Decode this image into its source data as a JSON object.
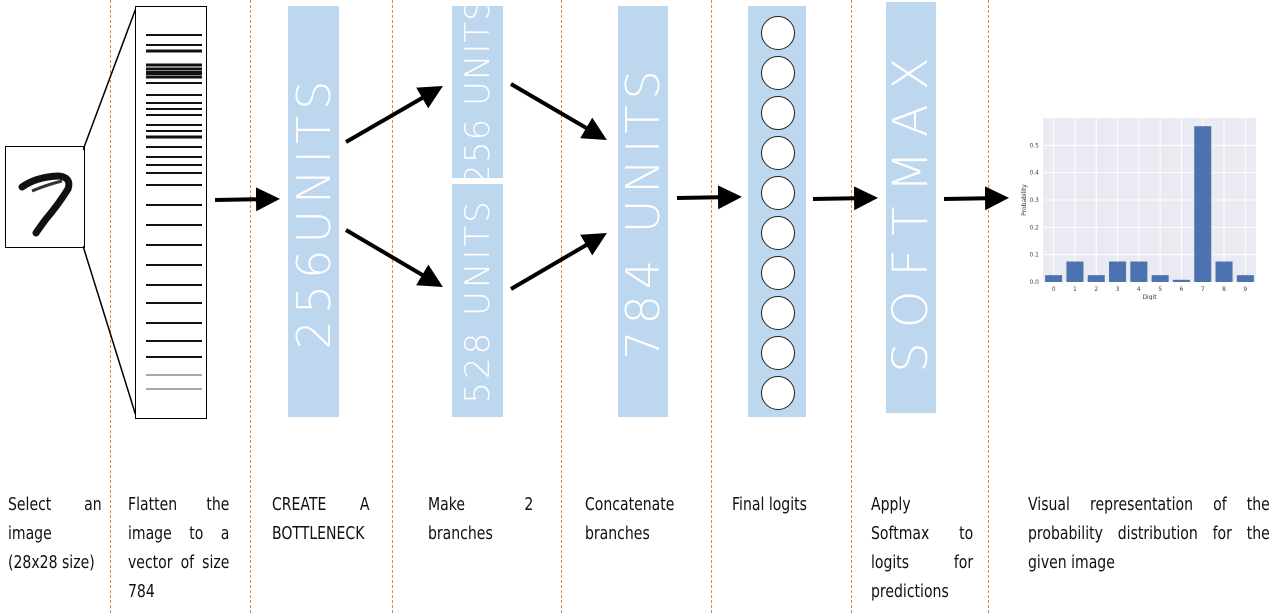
{
  "stages": [
    {
      "caption": "Select an image (28x28 size)"
    },
    {
      "caption": "Flatten the image to a vector of size 784"
    },
    {
      "caption": "CREATE A BOTTLENECK",
      "box_text": "256UNITS"
    },
    {
      "caption": "Make 2 branches",
      "box_top_text": "256 UNITS",
      "box_bottom_text": "528 UNITS"
    },
    {
      "caption": "Concatenate branches",
      "box_text": "784 UNITS"
    },
    {
      "caption": "Final logits"
    },
    {
      "caption": "Apply Softmax to logits for predictions",
      "box_text": "SOFTMAX"
    },
    {
      "caption": "Visual representation of the probability distribution for the given image"
    }
  ],
  "colors": {
    "box": "#bdd7ee",
    "divider": "#e8833a",
    "bar": "#4c72b0",
    "plot_bg": "#eaeaf2"
  },
  "chart_data": {
    "type": "bar",
    "categories": [
      "0",
      "1",
      "2",
      "3",
      "4",
      "5",
      "6",
      "7",
      "8",
      "9"
    ],
    "values": [
      0.025,
      0.075,
      0.025,
      0.075,
      0.075,
      0.025,
      0.008,
      0.57,
      0.075,
      0.025
    ],
    "xlabel": "Digit",
    "ylabel": "Probability",
    "ylim": [
      0,
      0.6
    ],
    "yticks": [
      "0.0",
      "0.1",
      "0.2",
      "0.3",
      "0.4",
      "0.5"
    ],
    "grid": true
  }
}
